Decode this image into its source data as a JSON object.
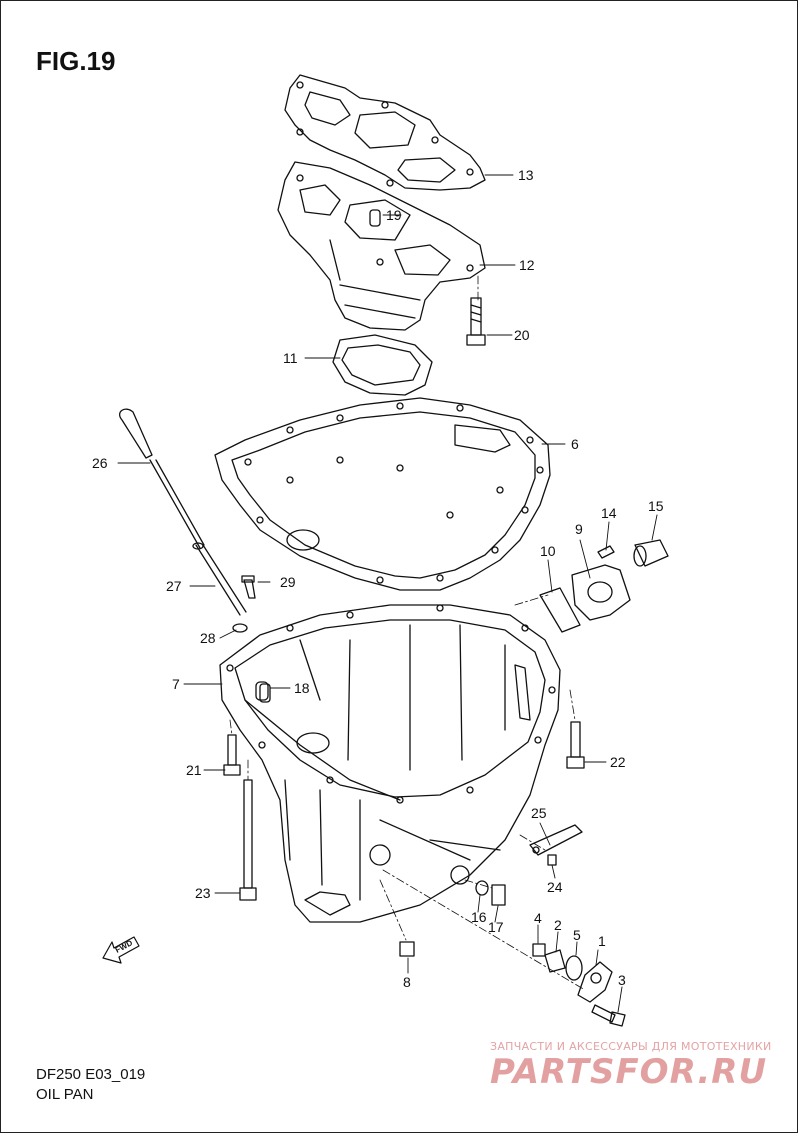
{
  "figure": {
    "title": "FIG.19"
  },
  "footer": {
    "model_code": "DF250 E03_019",
    "name": "OIL PAN"
  },
  "fwd_label": "FWD",
  "watermark": {
    "text_ru": "ЗАПЧАСТИ И АКСЕССУАРЫ ДЛЯ МОТОТЕХНИКИ",
    "logo": "PARTSFOR.RU"
  },
  "callouts": [
    "1",
    "2",
    "3",
    "4",
    "5",
    "6",
    "7",
    "8",
    "9",
    "10",
    "11",
    "12",
    "13",
    "14",
    "15",
    "16",
    "17",
    "18",
    "19",
    "20",
    "21",
    "22",
    "23",
    "24",
    "25",
    "26",
    "27",
    "28",
    "29"
  ]
}
